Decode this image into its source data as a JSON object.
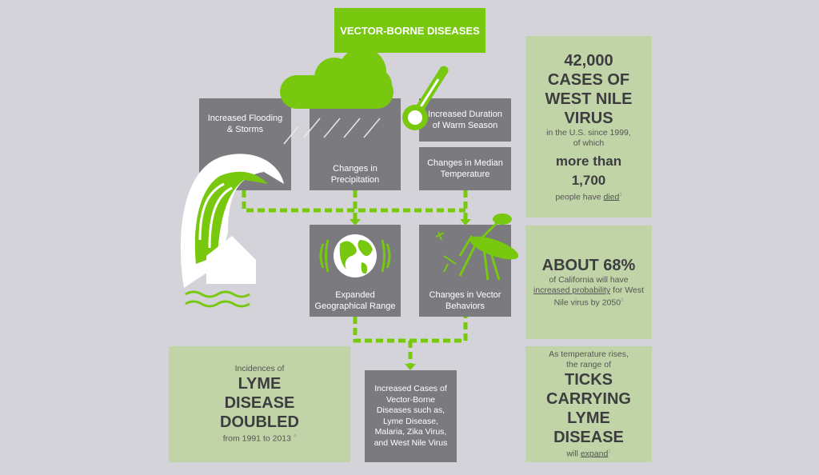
{
  "title": "VECTOR-BORNE DISEASES",
  "boxes": {
    "flooding": "Increased Flooding & Storms",
    "precipitation": "Changes in Precipitation",
    "warm_season": "Increased Duration of Warm Season",
    "median_temp": "Changes in Median Temperature",
    "geo_range": "Expanded Geographical Range",
    "vector_behaviors": "Changes in Vector Behaviors",
    "increased_cases": "Increased Cases of Vector-Borne Diseases such as, Lyme Disease, Malaria, Zika Virus, and West Nile Virus"
  },
  "west_nile": {
    "big1": "42,000 CASES OF WEST NILE VIRUS",
    "sub1": "in the U.S. since 1999, of which",
    "big2": "more than 1,700",
    "sub2_pre": "people have ",
    "sub2_link": "died",
    "ref": "1"
  },
  "california": {
    "big": "ABOUT 68%",
    "sub1": "of California will have",
    "link": "increased probability",
    "sub2": " for West Nile virus by 2050",
    "ref": "3"
  },
  "ticks": {
    "sub1": "As temperature rises, the range of",
    "big": "TICKS CARRYING LYME DISEASE",
    "sub_pre": "will ",
    "link": "expand",
    "ref": "1"
  },
  "lyme": {
    "sub1": "Incidences of",
    "big": "LYME DISEASE DOUBLED",
    "sub2": "from 1991 to 2013",
    "ref": "4"
  },
  "colors": {
    "accent": "#77c80f",
    "gray_box": "#7b7a7f",
    "green_box": "#c1d4a8",
    "background": "#d4d3d9"
  }
}
